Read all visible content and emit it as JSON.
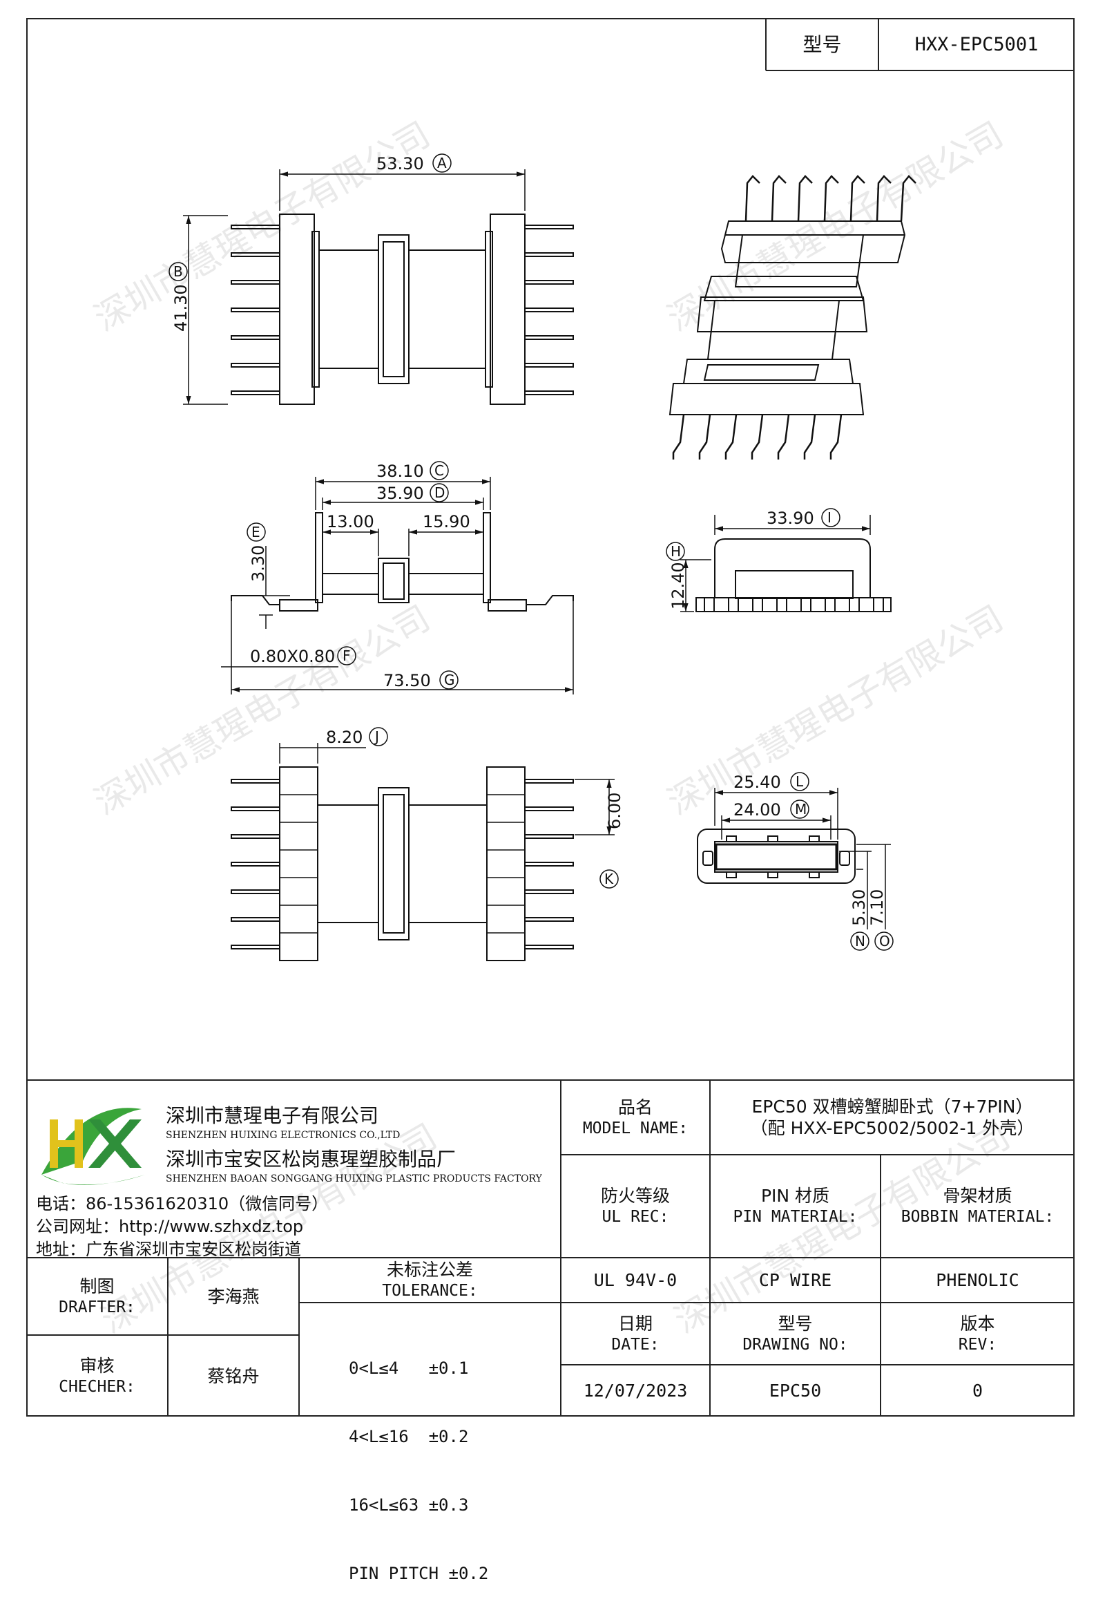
{
  "header": {
    "model_label": "型号",
    "model_value": "HXX-EPC5001"
  },
  "dimensions": {
    "A": {
      "value": "53.30",
      "letter": "A"
    },
    "B": {
      "value": "41.30",
      "letter": "B"
    },
    "C": {
      "value": "38.10",
      "letter": "C"
    },
    "D": {
      "value": "35.90",
      "letter": "D"
    },
    "left_slot": "13.00",
    "right_slot": "15.90",
    "E": {
      "value": "3.30",
      "letter": "E"
    },
    "F": {
      "value": "0.80X0.80",
      "letter": "F"
    },
    "G": {
      "value": "73.50",
      "letter": "G"
    },
    "I": {
      "value": "33.90",
      "letter": "I"
    },
    "H": {
      "value": "12.40",
      "letter": "H"
    },
    "J": {
      "value": "8.20",
      "letter": "J"
    },
    "K": {
      "value": "6.00",
      "letter": "K"
    },
    "L": {
      "value": "25.40",
      "letter": "L"
    },
    "M": {
      "value": "24.00",
      "letter": "M"
    },
    "N": {
      "value": "5.30",
      "letter": "N"
    },
    "O": {
      "value": "7.10",
      "letter": "O"
    }
  },
  "watermark": "深圳市慧瑆电子有限公司",
  "company": {
    "logo_text": "HX",
    "name_cn": "深圳市慧瑆电子有限公司",
    "name_en": "SHENZHEN HUIXING ELECTRONICS CO.,LTD",
    "factory_cn": "深圳市宝安区松岗惠瑆塑胶制品厂",
    "factory_en": "SHENZHEN BAOAN SONGGANG HUIXING PLASTIC PRODUCTS FACTORY",
    "phone": "电话：86-15361620310（微信同号）",
    "website": "公司网址：http://www.szhxdz.top",
    "address": "地址：广东省深圳市宝安区松岗街道"
  },
  "titleblock": {
    "model_name_cn": "品名",
    "model_name_en": "MODEL NAME:",
    "model_name_value1": "EPC50 双槽螃蟹脚卧式（7+7PIN）",
    "model_name_value2": "（配 HXX-EPC5002/5002-1 外壳）",
    "ul_cn": "防火等级",
    "ul_en": "UL REC:",
    "pin_cn": "PIN 材质",
    "pin_en": "PIN MATERIAL:",
    "bobbin_cn": "骨架材质",
    "bobbin_en": "BOBBIN MATERIAL:",
    "ul_value": "UL 94V-0",
    "pin_value": "CP WIRE",
    "bobbin_value": "PHENOLIC",
    "drafter_cn": "制图",
    "drafter_en": "DRAFTER:",
    "drafter_value": "李海燕",
    "checker_cn": "审核",
    "checker_en": "CHECHER:",
    "checker_value": "蔡铭舟",
    "tolerance_cn": "未标注公差",
    "tolerance_en": "TOLERANCE:",
    "tolerances": [
      "0<L≤4   ±0.1",
      "4<L≤16  ±0.2",
      "16<L≤63 ±0.3",
      "PIN PITCH ±0.2"
    ],
    "date_cn": "日期",
    "date_en": "DATE:",
    "date_value": "12/07/2023",
    "drawing_cn": "型号",
    "drawing_en": "DRAWING NO:",
    "drawing_value": "EPC50",
    "rev_cn": "版本",
    "rev_en": "REV:",
    "rev_value": "0"
  }
}
